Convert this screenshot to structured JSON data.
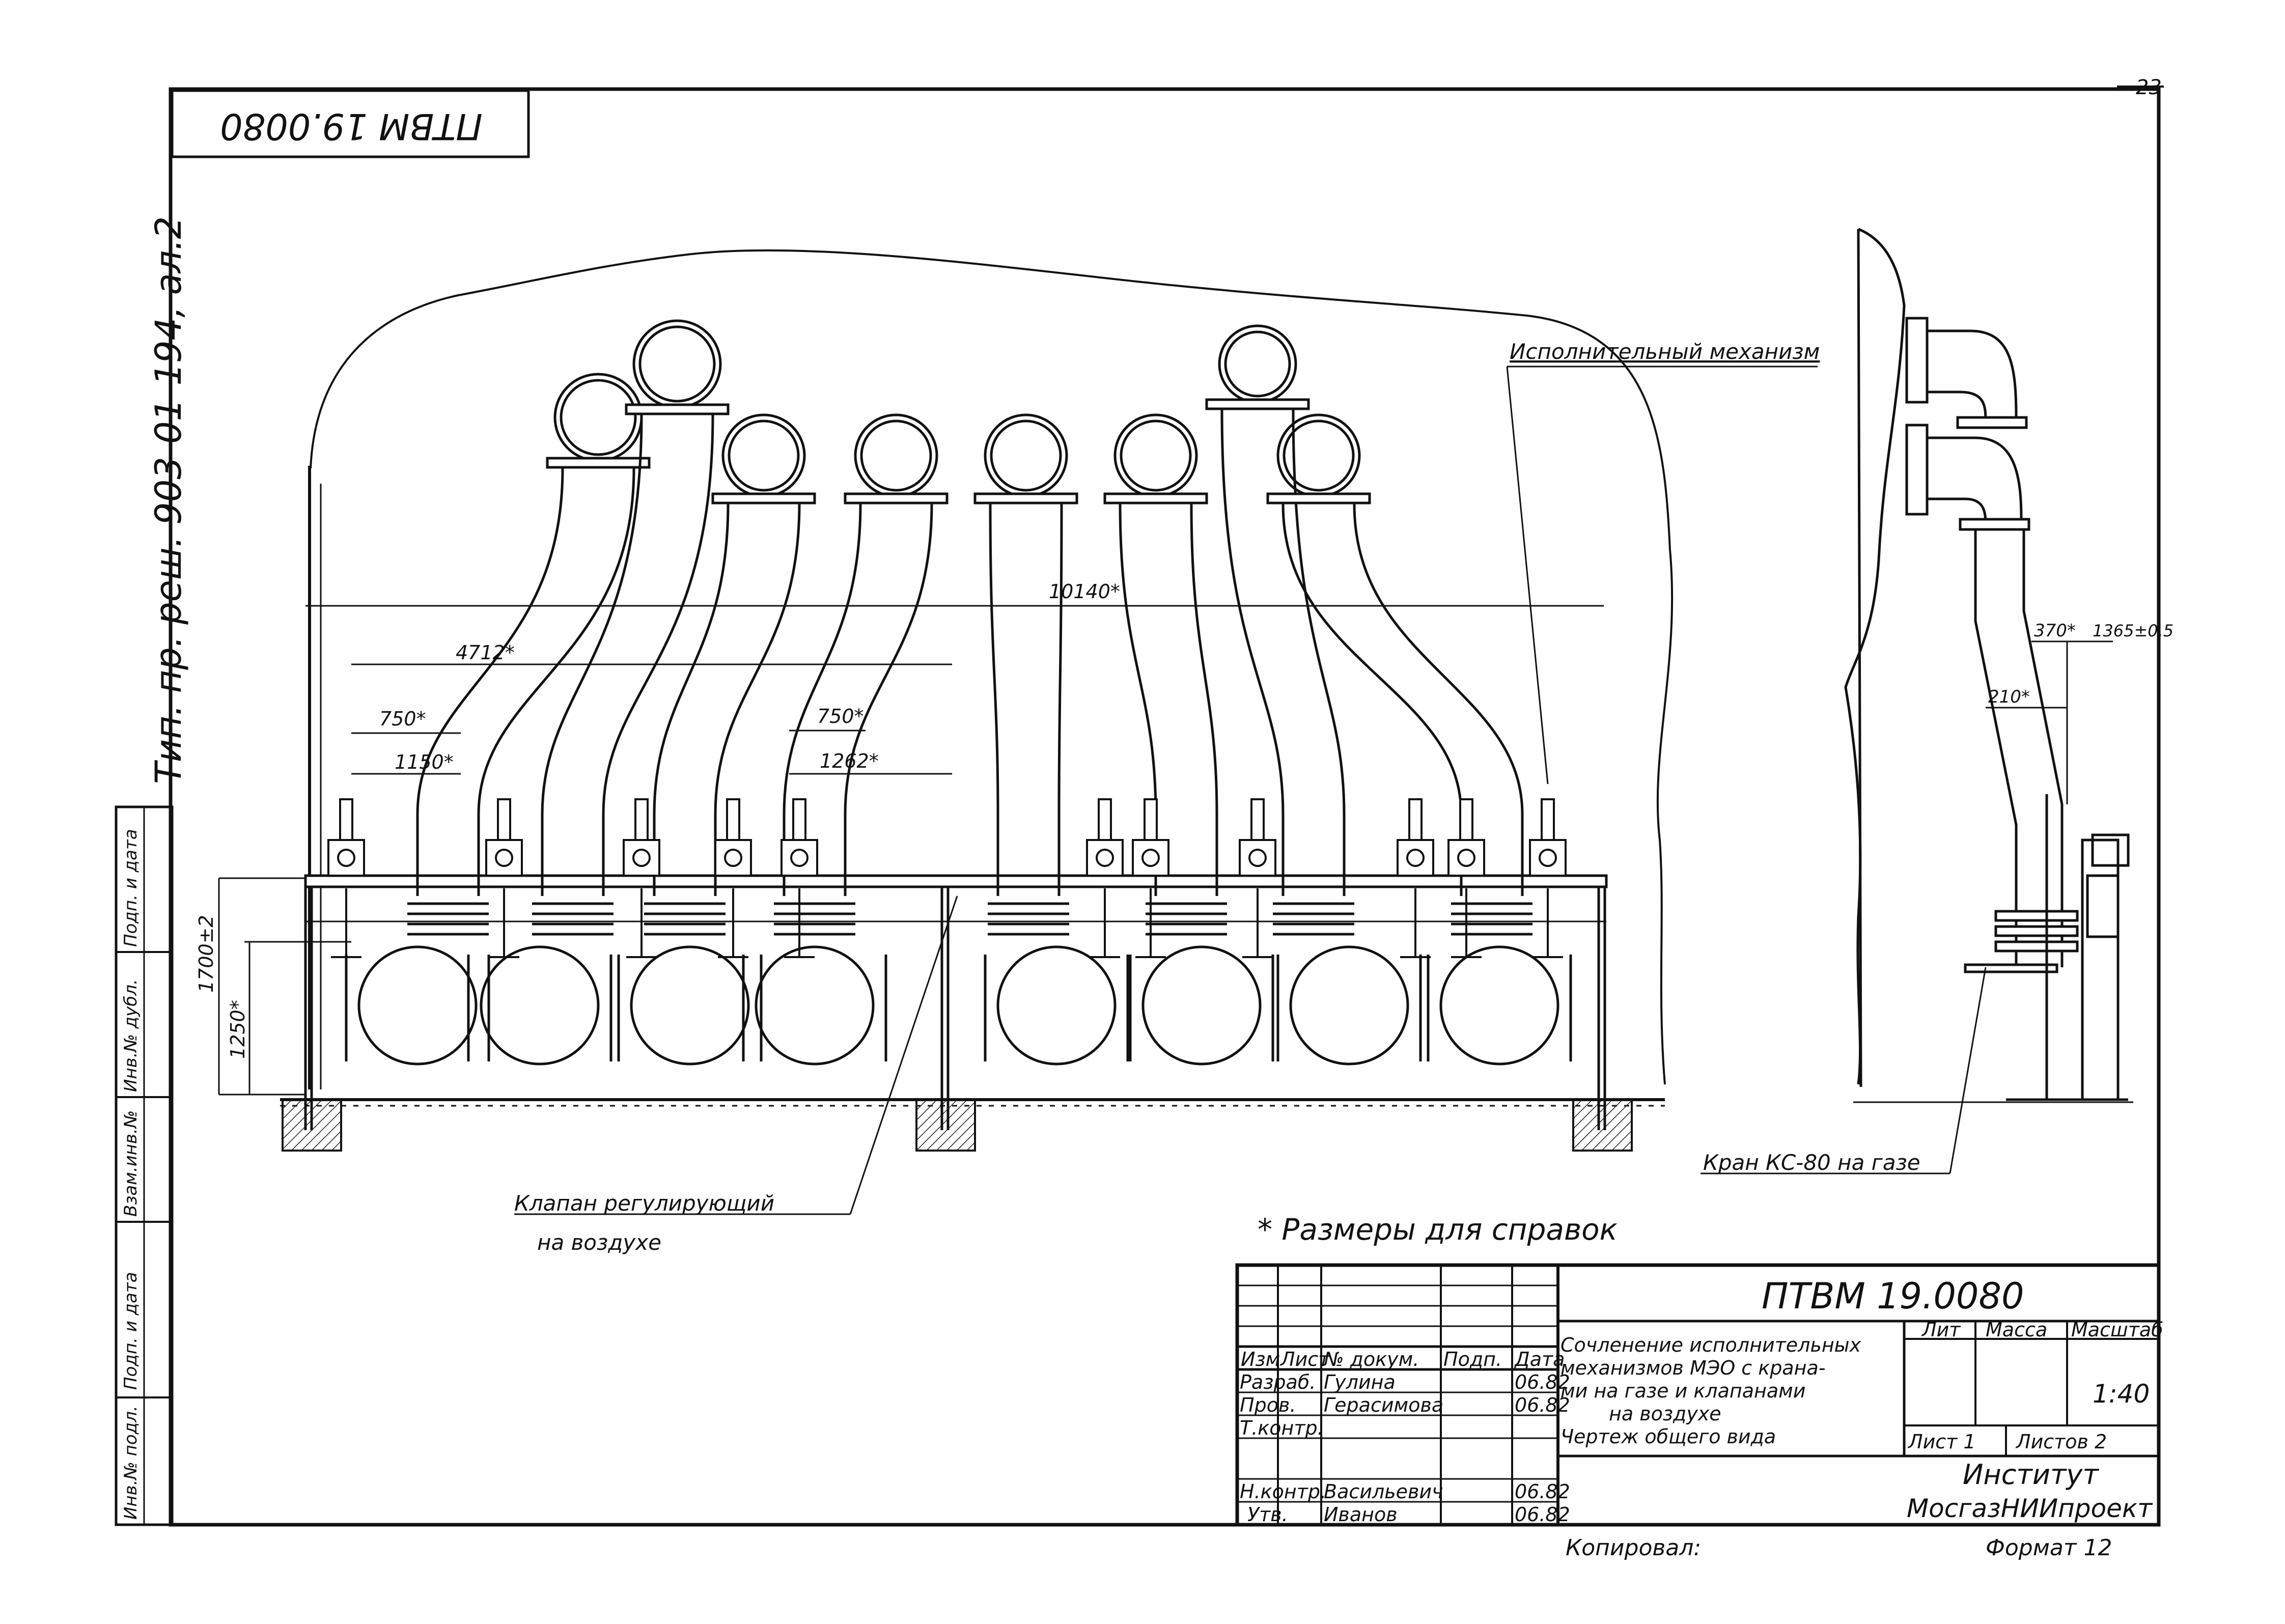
{
  "sheet_number": "23",
  "stamp_code_rotated": "ПТВМ 19.0080",
  "side_note": "Тип. пр. реш. 903-01-194, ал.2",
  "dimensions": {
    "overall_width": "10140*",
    "span_4712": "4712*",
    "span_750_left": "750*",
    "span_1150": "1150*",
    "span_750_mid": "750*",
    "span_1262": "1262*",
    "height_1700": "1700±2",
    "height_1250": "1250*",
    "side_370": "370*",
    "side_1365": "1365±0.5",
    "side_210": "210*"
  },
  "callouts": {
    "actuator": "Исполнительный механизм",
    "air_valve_line1": "Клапан регулирующий",
    "air_valve_line2": "на воздухе",
    "gas_cock": "Кран КС-80 на газе"
  },
  "reference_note": "* Размеры для справок",
  "left_margin_labels": [
    "Инв.№ подл.",
    "Подп. и дата",
    "Взам.инв.№",
    "Инв.№ дубл.",
    "Подп. и дата"
  ],
  "title_block": {
    "doc_code": "ПТВМ 19.0080",
    "header_row": [
      "Изм",
      "Лист",
      "№ докум.",
      "Подп.",
      "Дата"
    ],
    "rows": [
      {
        "role": "Разраб.",
        "name": "Гулина",
        "date": "06.82"
      },
      {
        "role": "Пров.",
        "name": "Герасимова",
        "date": "06.82"
      },
      {
        "role": "Т.контр.",
        "name": "",
        "date": ""
      },
      {
        "role": "Н.контр.",
        "name": "Васильевич",
        "date": "06.82"
      },
      {
        "role": "Утв.",
        "name": "Иванов",
        "date": "06.82"
      }
    ],
    "title_lines": [
      "Сочленение исполнительных",
      "механизмов МЭО с крана-",
      "ми на газе и клапанами",
      "на воздухе",
      "Чертеж общего вида"
    ],
    "lit_label": "Лит",
    "mass_label": "Масса",
    "scale_label": "Масштаб",
    "scale_value": "1:40",
    "sheet_label": "Лист 1",
    "sheets_label": "Листов 2",
    "org_line1": "Институт",
    "org_line2": "МосгазНИИпроект",
    "copied": "Копировал:",
    "format": "Формат 12"
  }
}
